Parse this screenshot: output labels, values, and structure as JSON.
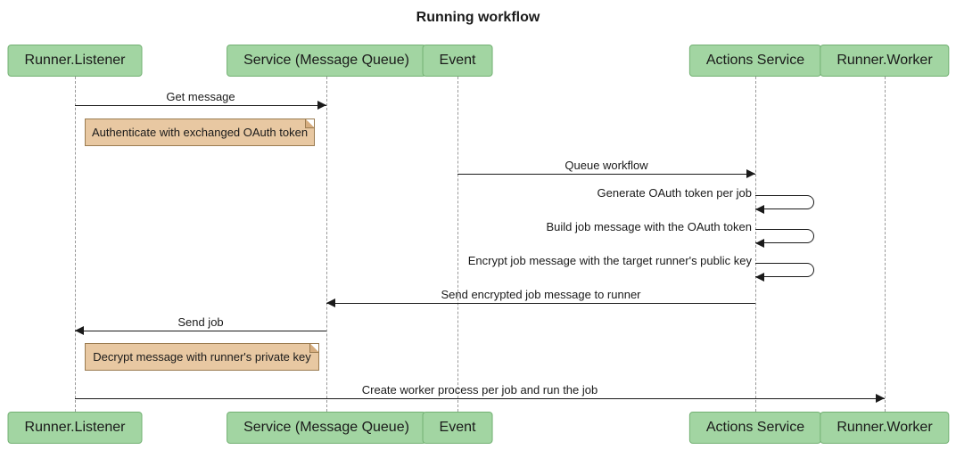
{
  "title": "Running workflow",
  "colors": {
    "participant_fill": "#a2d5a2",
    "participant_border": "#73b173",
    "note_fill": "#e8c8a2",
    "note_border": "#9a7b50",
    "note_fold": "#d6ad7f",
    "lifeline": "#999999",
    "line": "#1a1a1a"
  },
  "participants": [
    {
      "label": "Runner.Listener"
    },
    {
      "label": "Service (Message Queue)"
    },
    {
      "label": "Event"
    },
    {
      "label": "Actions Service"
    },
    {
      "label": "Runner.Worker"
    }
  ],
  "messages": [
    {
      "label": "Get message",
      "from": "Runner.Listener",
      "to": "Service (Message Queue)",
      "type": "solid"
    },
    {
      "label": "Queue workflow",
      "from": "Event",
      "to": "Actions Service",
      "type": "solid"
    },
    {
      "label": "Generate OAuth token per job",
      "from": "Actions Service",
      "to": "Actions Service",
      "type": "self"
    },
    {
      "label": "Build job message with the OAuth token",
      "from": "Actions Service",
      "to": "Actions Service",
      "type": "self"
    },
    {
      "label": "Encrypt job message with the target runner's public key",
      "from": "Actions Service",
      "to": "Actions Service",
      "type": "self"
    },
    {
      "label": "Send encrypted job message to runner",
      "from": "Actions Service",
      "to": "Service (Message Queue)",
      "type": "solid"
    },
    {
      "label": "Send job",
      "from": "Service (Message Queue)",
      "to": "Runner.Listener",
      "type": "solid"
    },
    {
      "label": "Create worker process per job and run the job",
      "from": "Runner.Listener",
      "to": "Runner.Worker",
      "type": "solid"
    }
  ],
  "notes": [
    {
      "label": "Authenticate with exchanged OAuth token",
      "over": "Runner.Listener"
    },
    {
      "label": "Decrypt message with runner's private key",
      "over": "Runner.Listener"
    }
  ]
}
